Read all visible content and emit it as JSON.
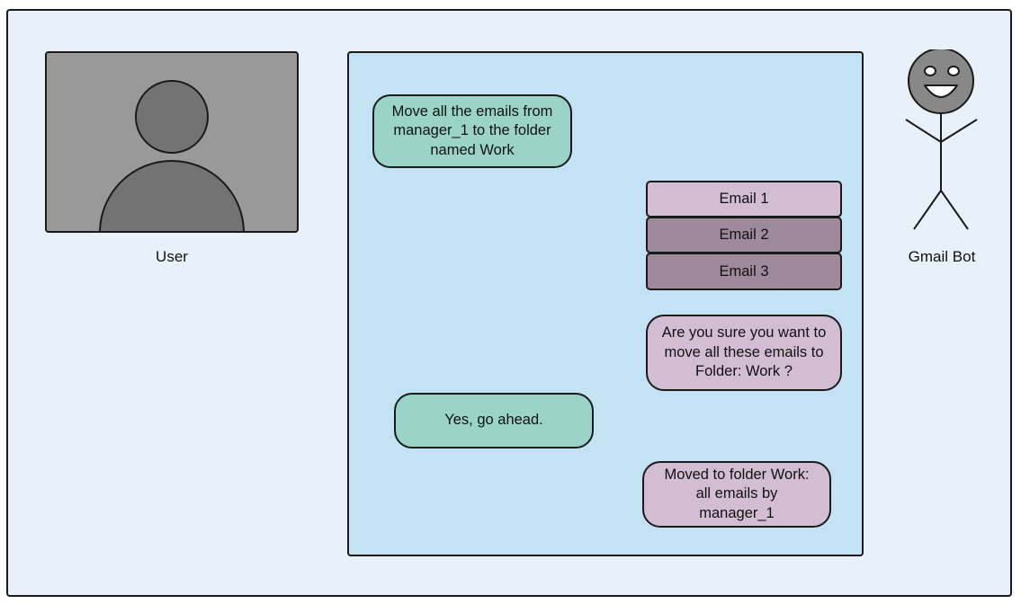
{
  "participants": {
    "user_label": "User",
    "bot_label": "Gmail Bot"
  },
  "conversation": {
    "user_request": "Move all the emails from manager_1 to the folder named Work",
    "email_list": [
      "Email 1",
      "Email 2",
      "Email 3"
    ],
    "bot_confirmation": "Are you sure you want to move all these emails to Folder: Work ?",
    "user_reply": "Yes, go ahead.",
    "bot_result": "Moved to folder Work: all emails by manager_1"
  },
  "colors": {
    "background": "#e8f1fa",
    "chat_panel": "#c3e3f5",
    "user_bubble": "#9ad4c9",
    "bot_bubble": "#d3bdd3",
    "email_selected": "#d3bdd3",
    "email_other": "#9e8a9a",
    "avatar_frame": "#999999",
    "avatar_silhouette": "#737373"
  }
}
